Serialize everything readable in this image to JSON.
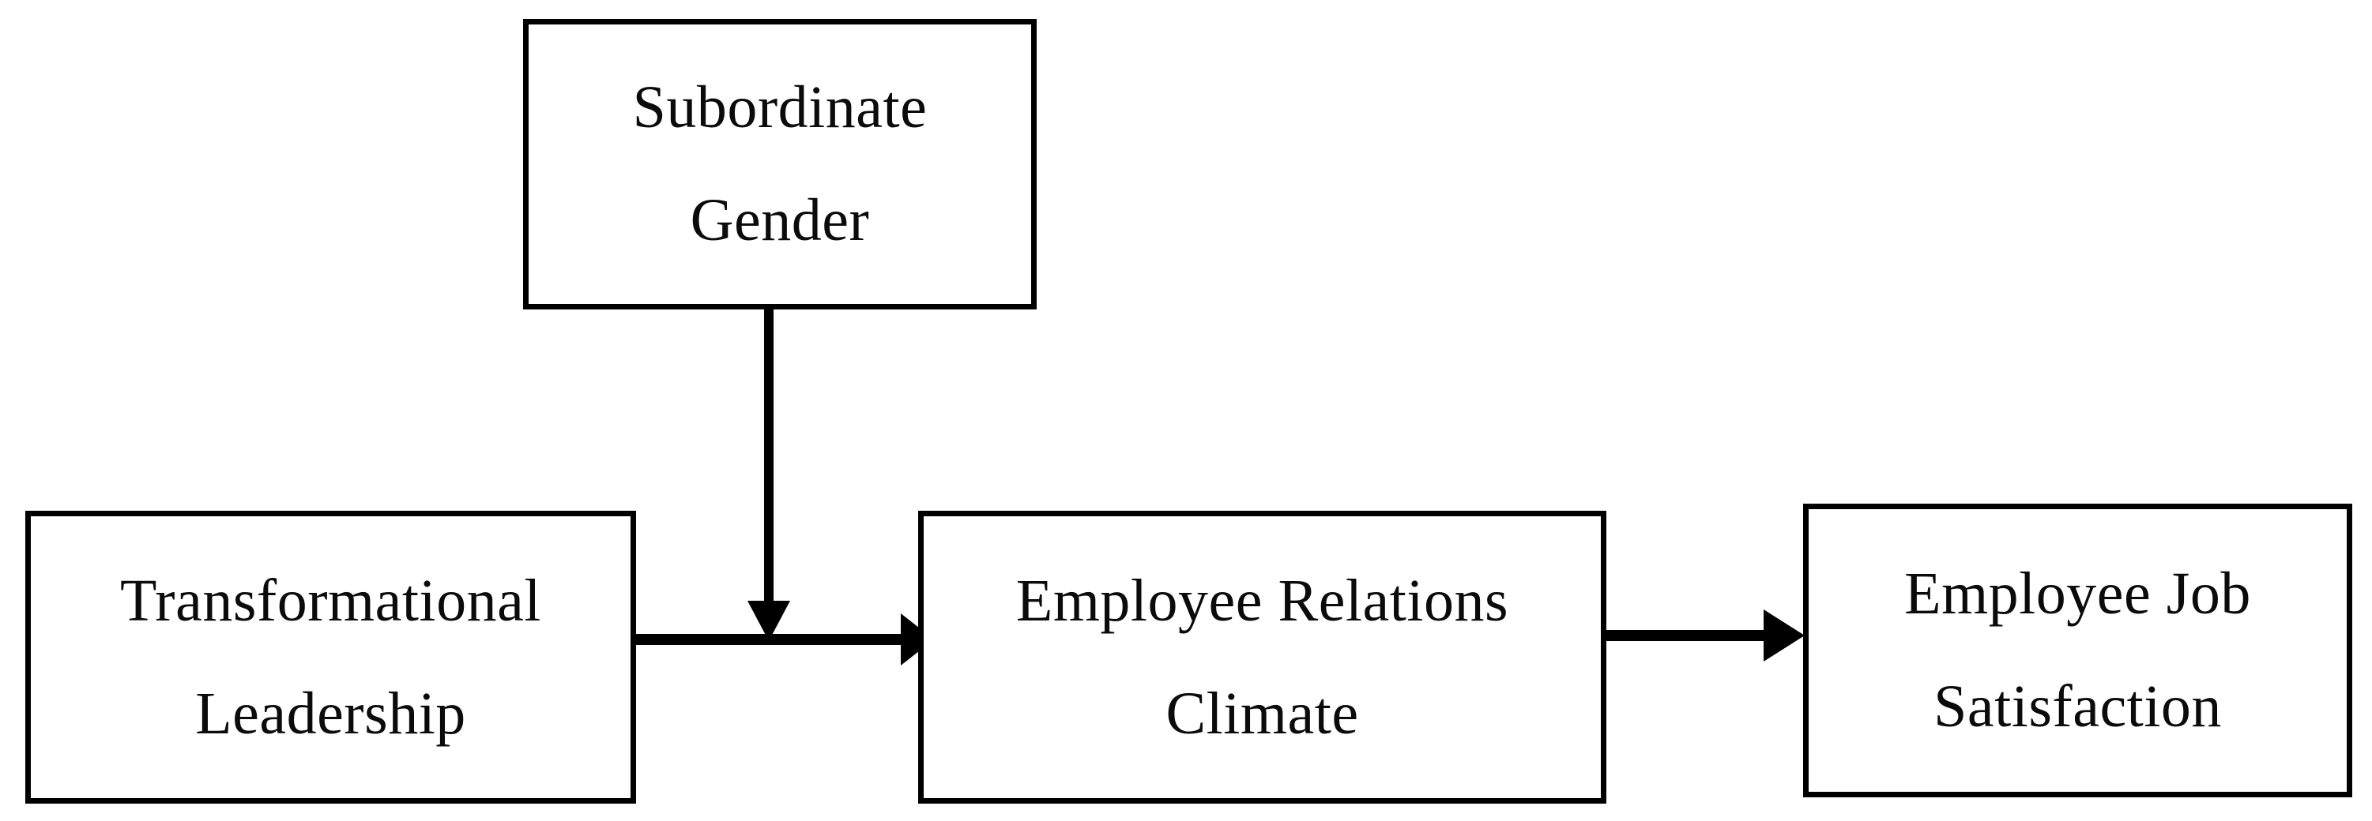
{
  "diagram": {
    "type": "conceptual-research-model",
    "background_color": "#ffffff",
    "line_color": "#000000",
    "text_color": "#0b0b0b",
    "nodes": [
      {
        "id": "subordinate-gender",
        "lines": [
          "Subordinate",
          "Gender"
        ],
        "role": "moderator"
      },
      {
        "id": "transformational-leadership",
        "lines": [
          "Transformational",
          "Leadership"
        ],
        "role": "independent-variable"
      },
      {
        "id": "employee-relations-climate",
        "lines": [
          "Employee Relations",
          "Climate"
        ],
        "role": "mediator"
      },
      {
        "id": "employee-job-satisfaction",
        "lines": [
          "Employee Job",
          "Satisfaction"
        ],
        "role": "dependent-variable"
      }
    ],
    "connectors": [
      {
        "id": "arrow-leadership-to-climate",
        "from": "transformational-leadership",
        "to": "employee-relations-climate",
        "direction": "right"
      },
      {
        "id": "arrow-gender-to-path",
        "from": "subordinate-gender",
        "to": "arrow-leadership-to-climate",
        "direction": "down"
      },
      {
        "id": "arrow-climate-to-satisfaction",
        "from": "employee-relations-climate",
        "to": "employee-job-satisfaction",
        "direction": "right"
      }
    ]
  }
}
